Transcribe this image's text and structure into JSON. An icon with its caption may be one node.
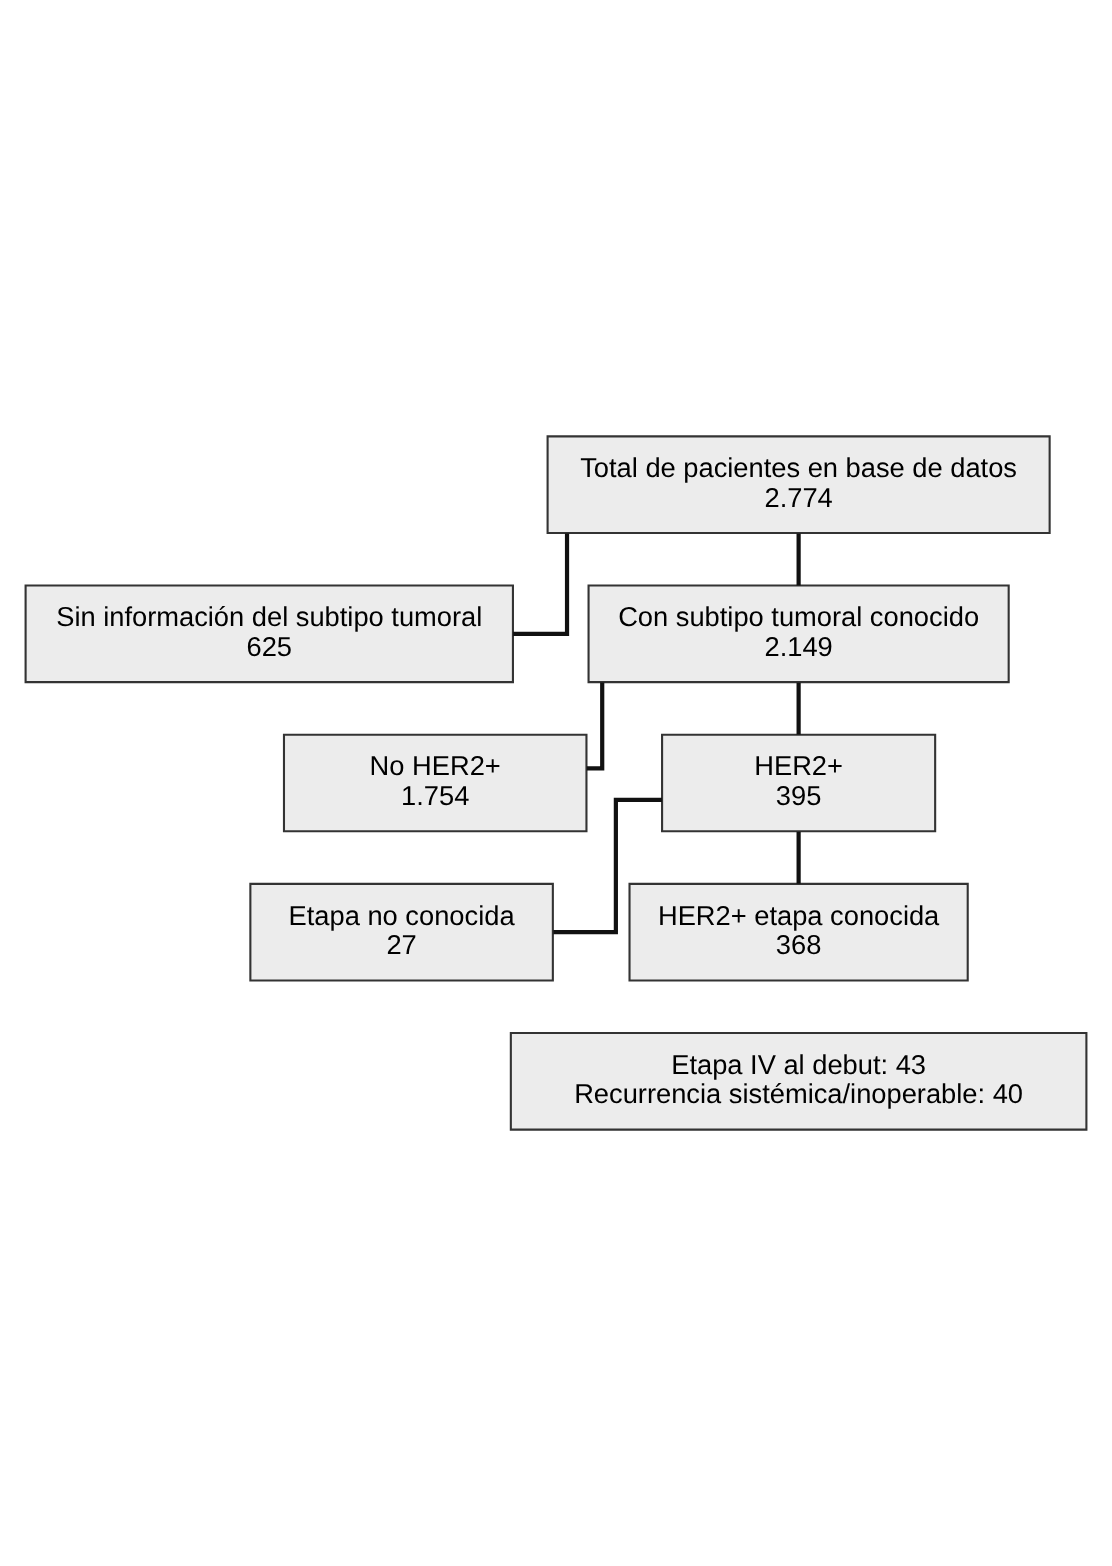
{
  "diagram": {
    "nodes": [
      {
        "text": [
          "Total de pacientes en base de datos",
          "2.774"
        ]
      },
      {
        "text": [
          "Sin información del subtipo tumoral",
          "625"
        ]
      },
      {
        "text": [
          "Con subtipo tumoral conocido",
          "2.149"
        ]
      },
      {
        "text": [
          "No HER2+",
          "1.754"
        ]
      },
      {
        "text": [
          "HER2+",
          "395"
        ]
      },
      {
        "text": [
          "Etapa no conocida",
          "27"
        ]
      },
      {
        "text": [
          "HER2+ etapa conocida",
          "368"
        ]
      },
      {
        "text": [
          "Etapa IV al debut: 43",
          "Recurrencia sistémica/inoperable: 40"
        ]
      }
    ],
    "edges": [
      {
        "from": 0,
        "to": 2,
        "arrow": "none"
      },
      {
        "from": 0,
        "to": 1,
        "arrow": "none"
      },
      {
        "from": 2,
        "to": 4,
        "arrow": "none"
      },
      {
        "from": 2,
        "to": 3,
        "arrow": "none"
      },
      {
        "from": 4,
        "to": 6,
        "arrow": "none"
      },
      {
        "from": 4,
        "to": 5,
        "arrow": "none"
      }
    ]
  }
}
